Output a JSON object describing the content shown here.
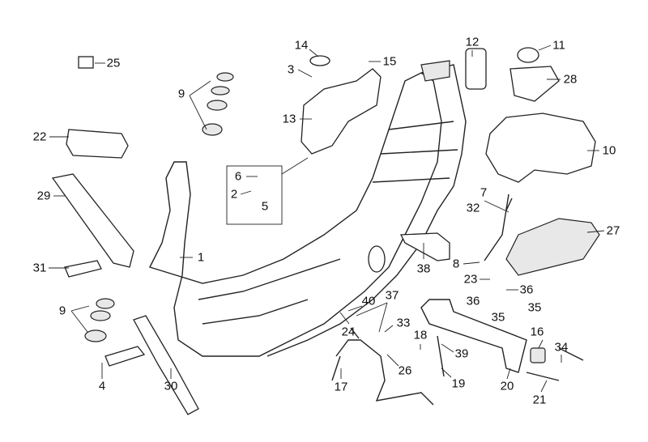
{
  "diagram": {
    "type": "exploded-parts-view",
    "callouts": [
      "25",
      "14",
      "15",
      "12",
      "11",
      "3",
      "9",
      "28",
      "13",
      "22",
      "10",
      "6",
      "2",
      "5",
      "7",
      "29",
      "32",
      "27",
      "1",
      "31",
      "38",
      "8",
      "23",
      "36",
      "9",
      "37",
      "40",
      "36",
      "35",
      "35",
      "24",
      "33",
      "18",
      "16",
      "34",
      "39",
      "26",
      "4",
      "30",
      "17",
      "19",
      "20",
      "21"
    ]
  }
}
